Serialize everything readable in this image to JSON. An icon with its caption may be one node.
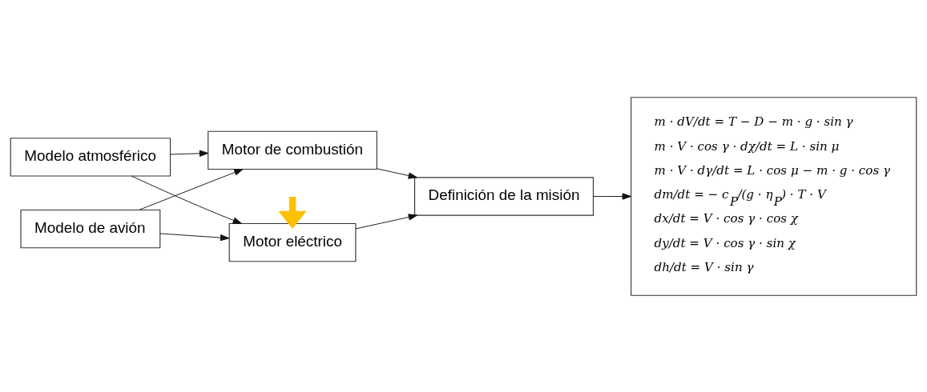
{
  "diagram": {
    "nodes": [
      {
        "text": [
          "Modelo atmosférico"
        ]
      },
      {
        "text": [
          "Modelo de avión"
        ]
      },
      {
        "text": [
          "Motor de combustión"
        ]
      },
      {
        "text": [
          "Motor eléctrico"
        ]
      },
      {
        "text": [
          "Definición de la misión"
        ]
      },
      {
        "text": [
          "m · dV/dt = T − D − m · g · sin γ",
          "m · V · cos γ · dχ/dt = L · sin μ",
          "m · V · dγ/dt = L · cos μ − m · g · cos γ",
          "dm/dt = − c$_{P}$/(g · η$_{P}$) · T · V",
          "dx/dt = V · cos γ · cos χ",
          "dy/dt = V · cos γ · sin χ",
          "dh/dt = V · sin γ"
        ]
      }
    ],
    "edges": [
      {
        "from": 0,
        "to": 2,
        "arrow": "to"
      },
      {
        "from": 0,
        "to": 3,
        "arrow": "to"
      },
      {
        "from": 1,
        "to": 2,
        "arrow": "to"
      },
      {
        "from": 1,
        "to": 3,
        "arrow": "to"
      },
      {
        "from": 2,
        "to": 4,
        "arrow": "to"
      },
      {
        "from": 3,
        "to": 4,
        "arrow": "to"
      },
      {
        "from": 4,
        "to": 5,
        "arrow": "to"
      },
      {
        "from": null,
        "to": 3,
        "arrow": "to",
        "style": "thick",
        "color": "#ffc000"
      }
    ]
  }
}
